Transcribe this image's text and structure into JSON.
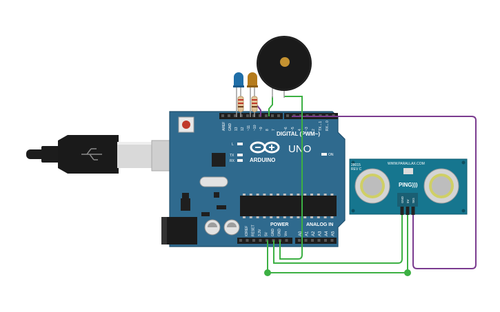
{
  "board": {
    "logo_text": "ARDUINO",
    "model": "UNO",
    "digital_label": "DIGITAL (PWM~)",
    "power_label": "POWER",
    "analog_label": "ANALOG IN",
    "tx_label": "TX",
    "rx_label": "RX",
    "on_label": "ON",
    "l_label": "L",
    "top_pins": [
      "AREF",
      "GND",
      "13",
      "12",
      "~11",
      "~10",
      "~9",
      "8",
      "7",
      "~6",
      "~5",
      "4",
      "~3",
      "2",
      "TX→1",
      "RX←0"
    ],
    "power_pins": [
      "IOREF",
      "RESET",
      "3.3V",
      "5V",
      "GND",
      "GND",
      "Vin"
    ],
    "analog_pins": [
      "A0",
      "A1",
      "A2",
      "A3",
      "A4",
      "A5"
    ]
  },
  "sensor": {
    "code": "28015",
    "rev": "REV C",
    "website": "WWW.PARALLAX.COM",
    "brand": "PING)))",
    "pins": [
      "GND",
      "5V",
      "SIG"
    ]
  },
  "colors": {
    "board": "#2f6a8e",
    "board_edge": "#1f4f6e",
    "wire_green": "#3cb043",
    "wire_purple": "#7a3b8f",
    "sensor_board": "#16768f",
    "led_blue": "#1f6ea8",
    "led_amber": "#b57b1c",
    "buzzer": "#1a1a1a"
  }
}
